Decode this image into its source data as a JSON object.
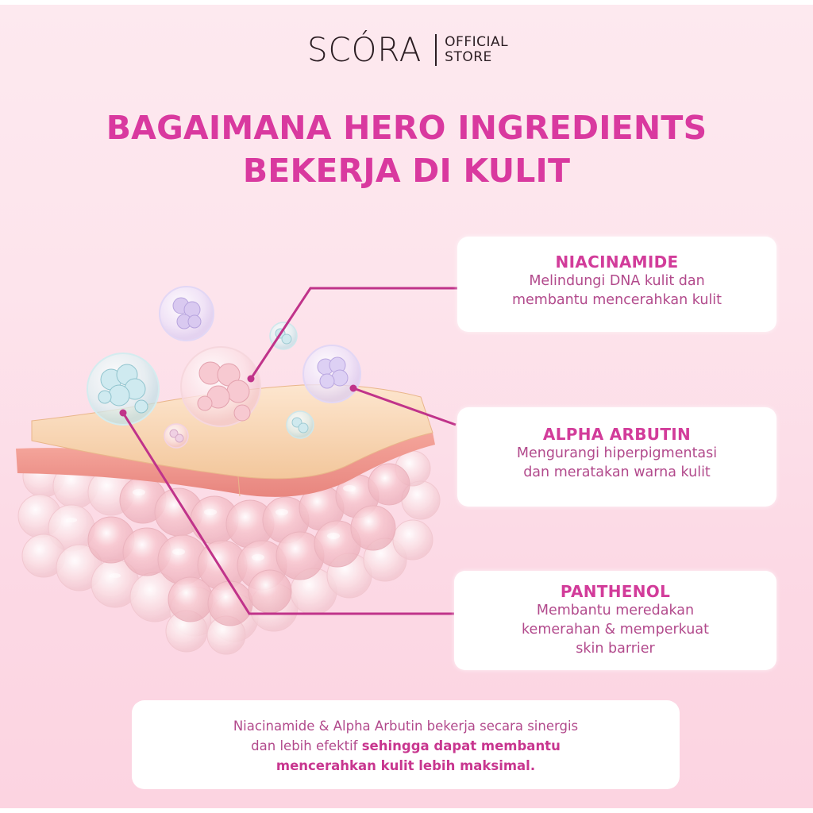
{
  "brand": {
    "name": "SCÓRA",
    "sub_line1": "OFFICIAL",
    "sub_line2": "STORE"
  },
  "title": {
    "line1": "BAGAIMANA HERO INGREDIENTS",
    "line2": "BEKERJA DI KULIT"
  },
  "ingredients": [
    {
      "name": "NIACINAMIDE",
      "desc_line1": "Melindungi DNA kulit dan",
      "desc_line2": "membantu mencerahkan kulit"
    },
    {
      "name": "ALPHA ARBUTIN",
      "desc_line1": "Mengurangi hiperpigmentasi",
      "desc_line2": "dan meratakan warna kulit"
    },
    {
      "name": "PANTHENOL",
      "desc_line1": "Membantu meredakan",
      "desc_line2": "kemerahan & memperkuat",
      "desc_line3": "skin barrier"
    }
  ],
  "summary": {
    "line1": "Niacinamide & Alpha Arbutin bekerja secara sinergis",
    "line2_regular": "dan lebih efektif ",
    "line2_bold": "sehingga dapat membantu",
    "line3_bold": "mencerahkan kulit lebih maksimal."
  },
  "illustration": {
    "subject": "skin-layers-with-ingredient-molecules",
    "icons": [
      "skin-layer-icon",
      "molecule-bubble-icon"
    ]
  },
  "colors": {
    "accent": "#d9399f",
    "text_pink": "#b24a8c",
    "line": "#c0338a",
    "bg_top": "#fde9ef",
    "bg_bottom": "#fcd4e1",
    "brand_dark": "#2b1d22"
  }
}
